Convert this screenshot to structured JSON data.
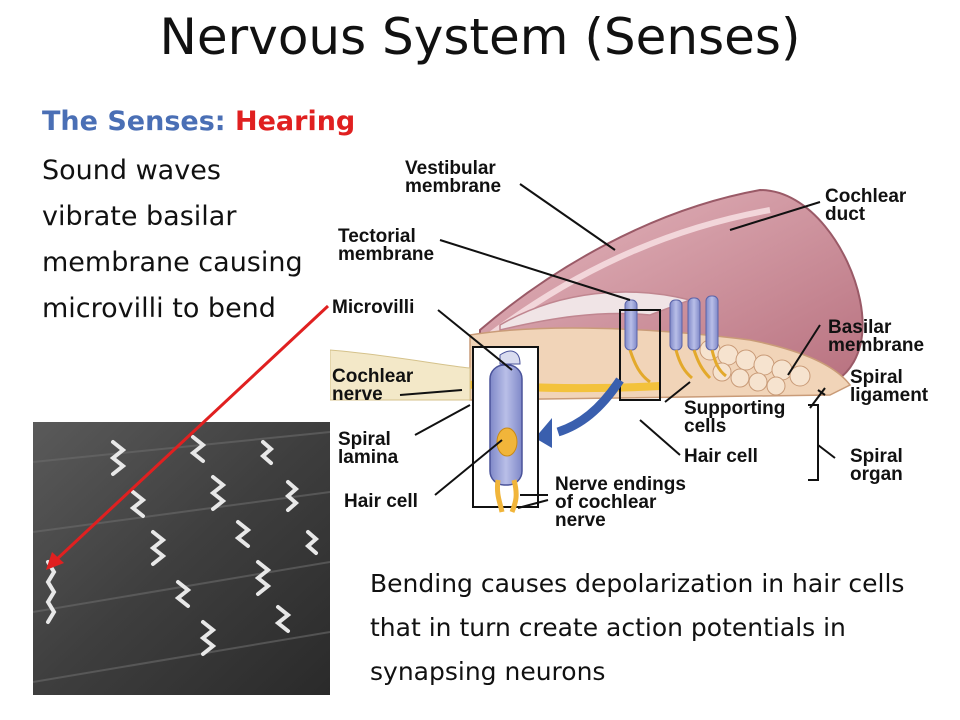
{
  "slide": {
    "title": "Nervous System (Senses)",
    "subtitle_part1": "The Senses:",
    "subtitle_part2": "Hearing",
    "lead_text": "Sound waves vibrate basilar membrane causing microvilli to bend",
    "body_text": "Bending causes depolarization in hair cells that in turn create action potentials in synapsing neurons"
  },
  "diagram": {
    "labels": {
      "vestibular_1": "Vestibular",
      "vestibular_2": "membrane",
      "tectorial_1": "Tectorial",
      "tectorial_2": "membrane",
      "microvilli": "Microvilli",
      "cochlear_nerve_1": "Cochlear",
      "cochlear_nerve_2": "nerve",
      "spiral_lamina_1": "Spiral",
      "spiral_lamina_2": "lamina",
      "hair_cell_left": "Hair cell",
      "cochlear_duct_1": "Cochlear",
      "cochlear_duct_2": "duct",
      "basilar_1": "Basilar",
      "basilar_2": "membrane",
      "spiral_ligament_1": "Spiral",
      "spiral_ligament_2": "ligament",
      "supporting_1": "Supporting",
      "supporting_2": "cells",
      "hair_cell_right": "Hair cell",
      "spiral_organ_1": "Spiral",
      "spiral_organ_2": "organ",
      "nerve_endings_1": "Nerve endings",
      "nerve_endings_2": "of cochlear",
      "nerve_endings_3": "nerve"
    }
  },
  "colors": {
    "title": "#111111",
    "subtitle_blue": "#4a6fb5",
    "subtitle_red": "#e02020",
    "arrow_red": "#e02020"
  }
}
